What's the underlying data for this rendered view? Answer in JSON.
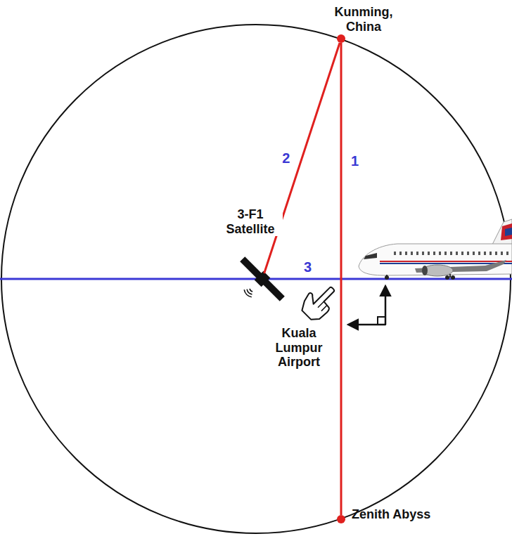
{
  "diagram": {
    "nodes": [
      {
        "text": [
          "Kunming, China"
        ]
      },
      {
        "text": [
          "3-F1 Satellite"
        ]
      },
      {
        "text": [
          "Zenith Abyss"
        ]
      }
    ],
    "edges": [
      {
        "from": 0,
        "to": 2,
        "label": "1",
        "arrow": "none"
      },
      {
        "from": 0,
        "to": 1,
        "label": "2",
        "arrow": "none"
      }
    ],
    "labels": [
      "3",
      "Kuala Lumpur Airport"
    ]
  }
}
